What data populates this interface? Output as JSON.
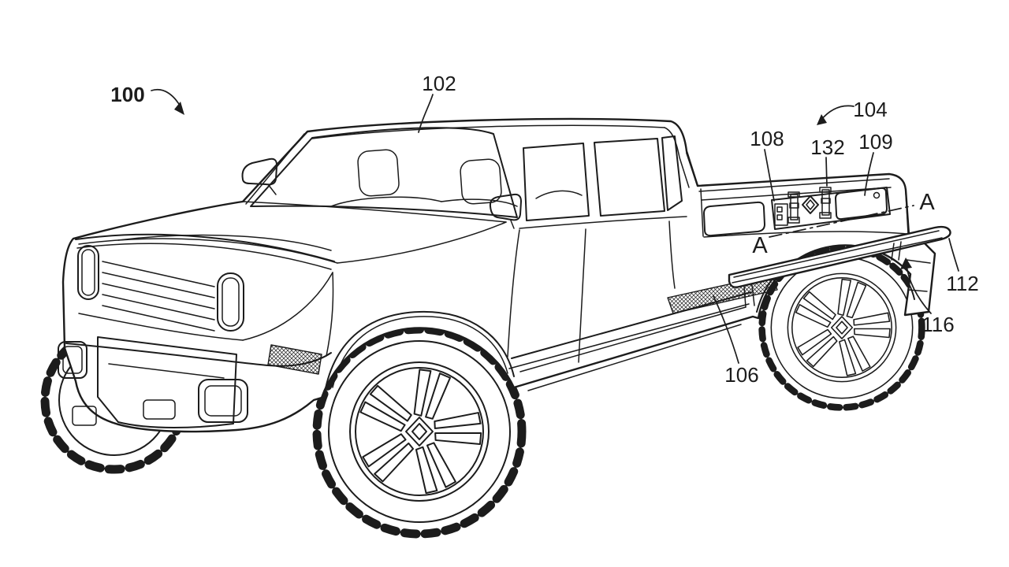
{
  "figure": {
    "kind": "patent line drawing",
    "subject": "pickup truck, front three-quarter perspective view"
  },
  "colors": {
    "ink": "#1c1c1c",
    "background": "#ffffff"
  },
  "labels": {
    "l100": "100",
    "l102": "102",
    "l104": "104",
    "l106": "106",
    "l108": "108",
    "l109": "109",
    "l112": "112",
    "l116": "116",
    "l132": "132",
    "a_left": "A",
    "a_right": "A"
  }
}
